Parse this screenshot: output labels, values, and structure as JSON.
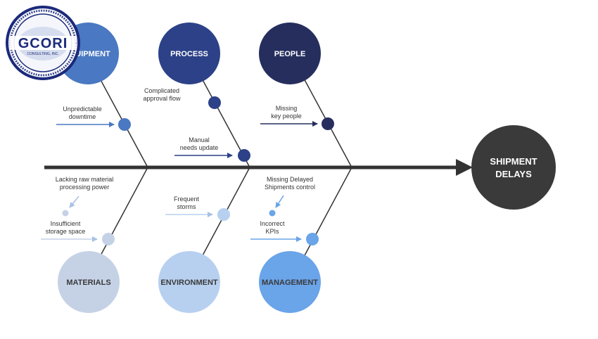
{
  "logo": {
    "name": "GCORI",
    "tagline": "CONSULTING, INC."
  },
  "effect": {
    "line1": "SHIPMENT",
    "line2": "DELAYS"
  },
  "categories": {
    "equipment": "UIPMENT",
    "process": "PROCESS",
    "people": "PEOPLE",
    "materials": "MATERIALS",
    "environment": "ENVIRONMENT",
    "management": "MANAGEMENT"
  },
  "causes": {
    "unpredictable_downtime": [
      "Unpredictable",
      "downtime"
    ],
    "complicated_approval": [
      "Complicated",
      "approval flow"
    ],
    "manual_needs_update": [
      "Manual",
      "needs update"
    ],
    "missing_key_people": [
      "Missing",
      "key people"
    ],
    "lacking_raw_material": [
      "Lacking raw material",
      "processing power"
    ],
    "insufficient_storage": [
      "Insufficient",
      "storage space"
    ],
    "frequent_storms": [
      "Frequent",
      "storms"
    ],
    "missing_delayed_shipments": [
      "Missing Delayed",
      "Shipments control"
    ],
    "incorrect_kpis": [
      "Incorrect",
      "KPIs"
    ]
  },
  "colors": {
    "equipment": "#4a78c2",
    "process": "#2c4187",
    "people": "#262e5e",
    "materials": "#c5d2e6",
    "environment": "#b7d0f0",
    "management": "#6aa4e9",
    "spine": "#333333",
    "effect": "#3a3a3a"
  }
}
